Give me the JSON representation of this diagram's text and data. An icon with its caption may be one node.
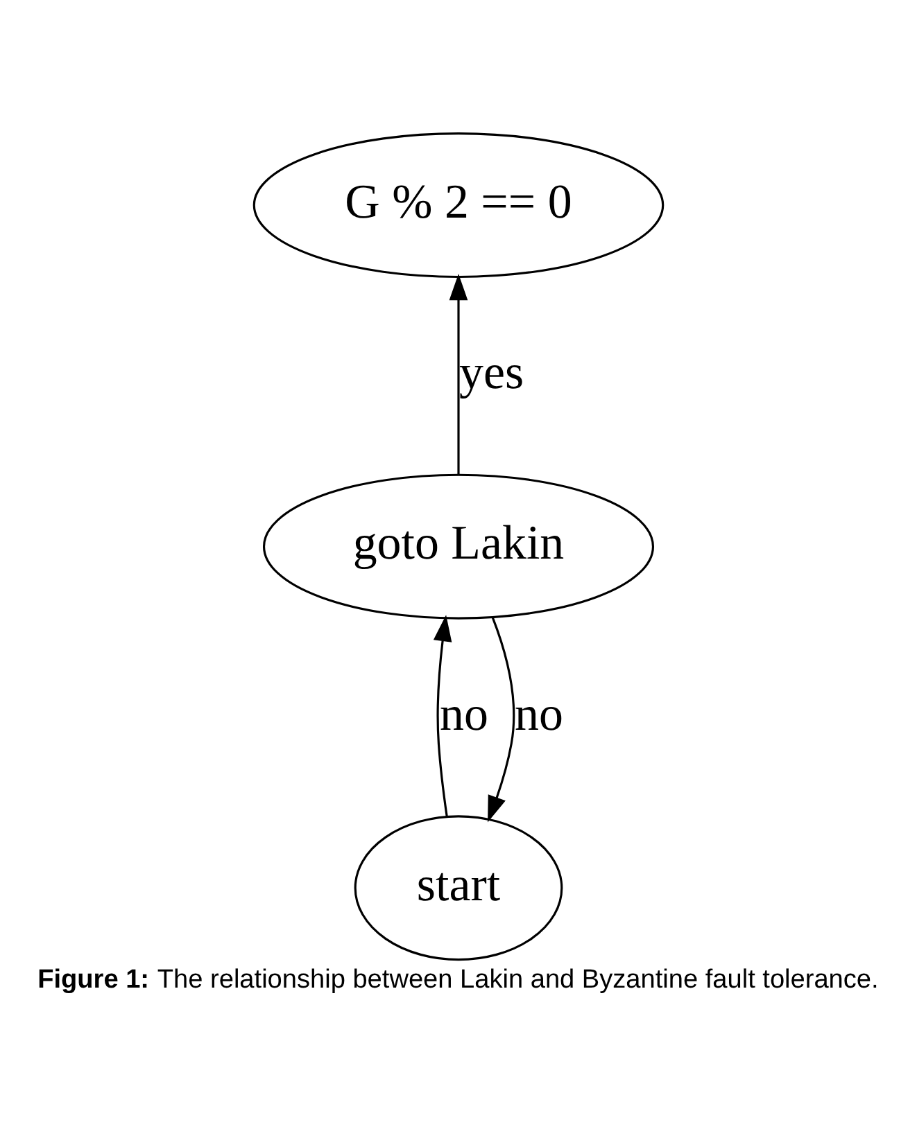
{
  "diagram": {
    "caption": "**Figure 1:** The relationship between Lakin and Byzantine fault tolerance.",
    "nodes": [
      {
        "text": [
          "G % 2 == 0"
        ]
      },
      {
        "text": [
          "goto Lakin"
        ]
      },
      {
        "text": [
          "start"
        ]
      }
    ],
    "edges": [
      {
        "from": 1,
        "to": 0,
        "arrow": "to",
        "label": "yes"
      },
      {
        "from": 1,
        "to": 2,
        "arrow": "to",
        "label": "no"
      },
      {
        "from": 2,
        "to": 1,
        "arrow": "to",
        "label": "no"
      }
    ]
  }
}
